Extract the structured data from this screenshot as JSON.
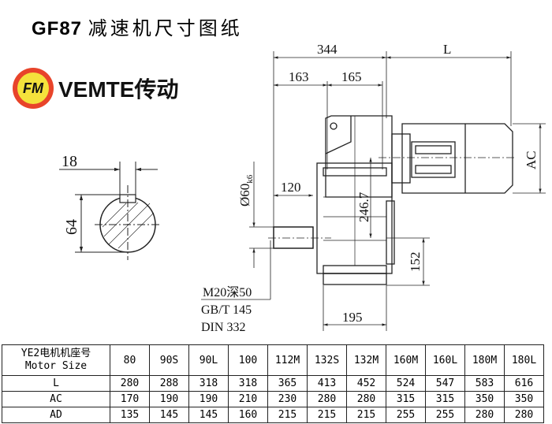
{
  "title": {
    "model": "GF87",
    "text": "减速机尺寸图纸"
  },
  "brand": {
    "logo_text": "FM",
    "name": "VEMTE传动"
  },
  "drawing": {
    "dims": {
      "d344": "344",
      "L": "L",
      "d163": "163",
      "d165": "165",
      "d120": "120",
      "shaft_dia": "Ø60",
      "shaft_tol": "k6",
      "d246": "246.7",
      "AC": "AC",
      "d152": "152",
      "d195": "195",
      "key_width": "18",
      "shaft_height": "64"
    },
    "notes": [
      "M20深50",
      "GB/T 145",
      "DIN 332"
    ]
  },
  "table": {
    "header_cn": "YE2电机机座号",
    "header_en": "Motor Size",
    "sizes": [
      "80",
      "90S",
      "90L",
      "100",
      "112M",
      "132S",
      "132M",
      "160M",
      "160L",
      "180M",
      "180L"
    ],
    "rows": [
      {
        "label": "L",
        "values": [
          "280",
          "288",
          "318",
          "318",
          "365",
          "413",
          "452",
          "524",
          "547",
          "583",
          "616"
        ]
      },
      {
        "label": "AC",
        "values": [
          "170",
          "190",
          "190",
          "210",
          "230",
          "280",
          "280",
          "315",
          "315",
          "350",
          "350"
        ]
      },
      {
        "label": "AD",
        "values": [
          "135",
          "145",
          "145",
          "160",
          "215",
          "215",
          "215",
          "255",
          "255",
          "280",
          "280"
        ]
      }
    ]
  }
}
